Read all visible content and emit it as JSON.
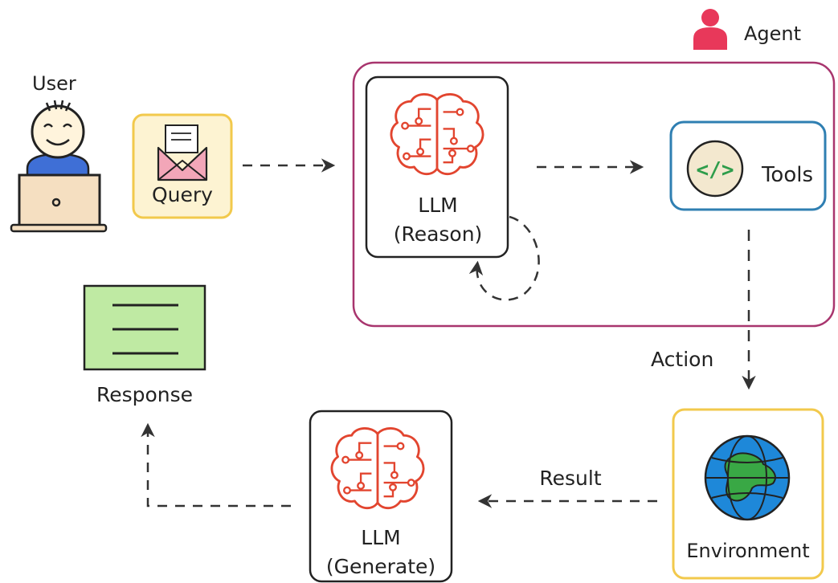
{
  "labels": {
    "agent": "Agent",
    "user": "User",
    "query": "Query",
    "llm_reason_line1": "LLM",
    "llm_reason_line2": "(Reason)",
    "tools": "Tools",
    "tools_icon_glyph": "</>",
    "action": "Action",
    "response": "Response",
    "result": "Result",
    "llm_generate_line1": "LLM",
    "llm_generate_line2": "(Generate)",
    "environment": "Environment"
  },
  "icons": {
    "agent": "person-icon",
    "user": "user-at-laptop-icon",
    "query": "envelope-icon",
    "llm": "brain-circuit-icon",
    "tools": "code-icon",
    "response": "document-lines-icon",
    "environment": "globe-icon"
  },
  "colors": {
    "agent_icon": "#e8385a",
    "agent_border": "#a8356e",
    "query_border": "#f2c94c",
    "query_fill": "#fdf3d2",
    "envelope": "#f2a6b8",
    "tools_border": "#2f7fb2",
    "tools_icon_fill": "#f3e8cf",
    "code_glyph": "#2e9d4b",
    "brain": "#e2452f",
    "response_fill": "#bfeaa3",
    "environment_border": "#f2c94c",
    "globe_ocean": "#1e88d9",
    "globe_land": "#39a845",
    "user_shirt": "#3f6fd6",
    "user_face": "#fff4dc",
    "laptop": "#f5dfc1",
    "line": "#333333"
  }
}
